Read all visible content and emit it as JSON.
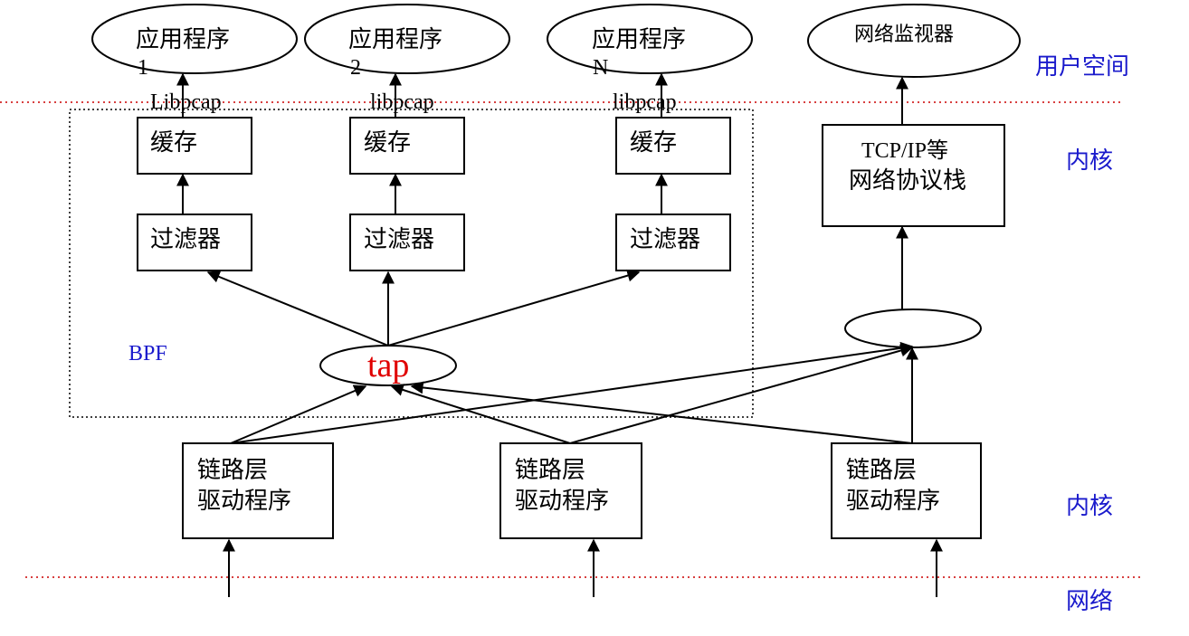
{
  "diagram": {
    "apps": [
      {
        "name": "应用程序",
        "index": "1",
        "lib": "Libpcap"
      },
      {
        "name": "应用程序",
        "index": "2",
        "lib": "libpcap"
      },
      {
        "name": "应用程序",
        "index": "N",
        "lib": "libpcap"
      }
    ],
    "monitor": "网络监视器",
    "buffer_label": "缓存",
    "filter_label": "过滤器",
    "tap_label": "tap",
    "bpf_label": "BPF",
    "stack": {
      "line1": "TCP/IP等",
      "line2": "网络协议栈"
    },
    "drivers": [
      {
        "line1": "链路层",
        "line2": "驱动程序"
      },
      {
        "line1": "链路层",
        "line2": "驱动程序"
      },
      {
        "line1": "链路层",
        "line2": "驱动程序"
      }
    ],
    "layers": {
      "user_space": "用户空间",
      "kernel_top": "内核",
      "kernel_bottom": "内核",
      "network": "网络"
    },
    "colors": {
      "layer_text": "#1a1acc",
      "tap_text": "#e00000",
      "separator": "#cc0000"
    }
  }
}
